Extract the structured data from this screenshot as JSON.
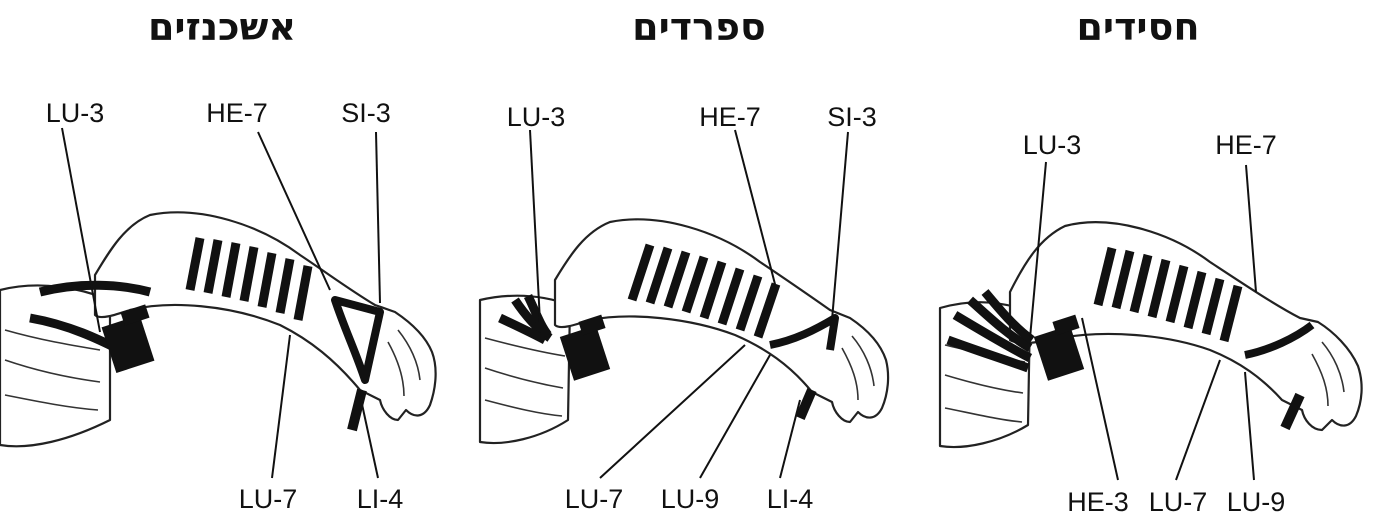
{
  "panels": [
    {
      "title": "אשכנזים",
      "labels": {
        "top": [
          "LU-3",
          "HE-7",
          "SI-3"
        ],
        "bottom": [
          "LU-7",
          "LI-4"
        ]
      }
    },
    {
      "title": "ספרדים",
      "labels": {
        "top": [
          "LU-3",
          "HE-7",
          "SI-3"
        ],
        "bottom": [
          "LU-7",
          "LU-9",
          "LI-4"
        ]
      }
    },
    {
      "title": "חסידים",
      "labels": {
        "top": [
          "LU-3",
          "HE-7"
        ],
        "bottom": [
          "HE-3",
          "LU-7",
          "LU-9"
        ]
      }
    }
  ],
  "icons": [
    "forearm-outline",
    "tefillin-box",
    "leather-strap-wraps"
  ]
}
